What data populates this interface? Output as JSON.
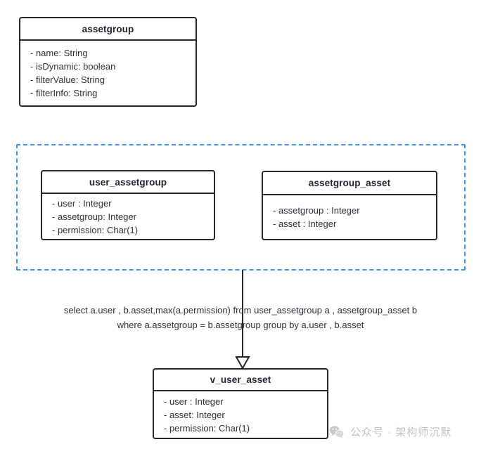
{
  "diagram": {
    "title": "assetgroup view derivation diagram",
    "background_color": "#ffffff",
    "box_border_color": "#23272e",
    "group_border_color": "#3d90ec",
    "text_color": "#2c3138"
  },
  "boxes": [
    {
      "name": "assetgroup",
      "title": "assetgroup",
      "attributes": [
        "- name: String",
        "- isDynamic: boolean",
        "- filterValue: String",
        "- filterInfo: String"
      ]
    },
    {
      "name": "user_assetgroup",
      "title": "user_assetgroup",
      "attributes": [
        "- user : Integer",
        "- assetgroup: Integer",
        "- permission: Char(1)"
      ]
    },
    {
      "name": "assetgroup_asset",
      "title": "assetgroup_asset",
      "attributes": [
        "- assetgroup : Integer",
        "- asset : Integer"
      ]
    },
    {
      "name": "v_user_asset",
      "title": "v_user_asset",
      "attributes": [
        "- user : Integer",
        "- asset: Integer",
        "- permission: Char(1)"
      ]
    }
  ],
  "sql_note": {
    "line1": "select a.user , b.asset,max(a.permission) from user_assetgroup a , assetgroup_asset b",
    "line2": "where a.assetgroup = b.assetgroup group by a.user , b.asset"
  },
  "connector": {
    "style": "hollow-triangle-arrow",
    "direction": "down"
  },
  "watermark": {
    "icon": "wechat-icon",
    "text": "公众号 · 架构师沉默",
    "color": "#c2c2c2"
  }
}
